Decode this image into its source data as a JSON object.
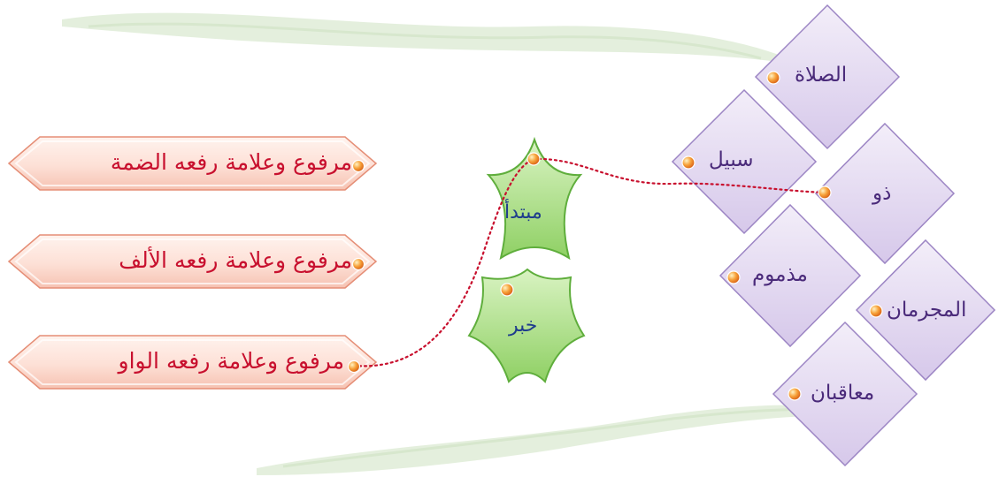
{
  "answers": [
    {
      "id": "damma",
      "text": "مرفوع وعلامة رفعه الضمة"
    },
    {
      "id": "alif",
      "text": "مرفوع وعلامة رفعه الألف"
    },
    {
      "id": "waw",
      "text": "مرفوع وعلامة رفعه الواو"
    }
  ],
  "roles": [
    {
      "id": "mubtada",
      "text": "مبتدأ"
    },
    {
      "id": "khabar",
      "text": "خبر"
    }
  ],
  "words": [
    {
      "id": "salat",
      "text": "الصلاة"
    },
    {
      "id": "sabil",
      "text": "سبيل"
    },
    {
      "id": "dhu",
      "text": "ذو"
    },
    {
      "id": "madhmum",
      "text": "مذموم"
    },
    {
      "id": "mujriman",
      "text": "المجرمان"
    },
    {
      "id": "muaqiban",
      "text": "معاقبان"
    }
  ],
  "colors": {
    "answer_fill": "#fde0d6",
    "answer_text": "#c8102e",
    "role_fill": "#a6dd80",
    "role_text": "#1f3d8c",
    "word_fill": "#e2d8ef",
    "word_text": "#4a2a7a",
    "connector": "#c8102e",
    "dot": "#f28a1e"
  }
}
